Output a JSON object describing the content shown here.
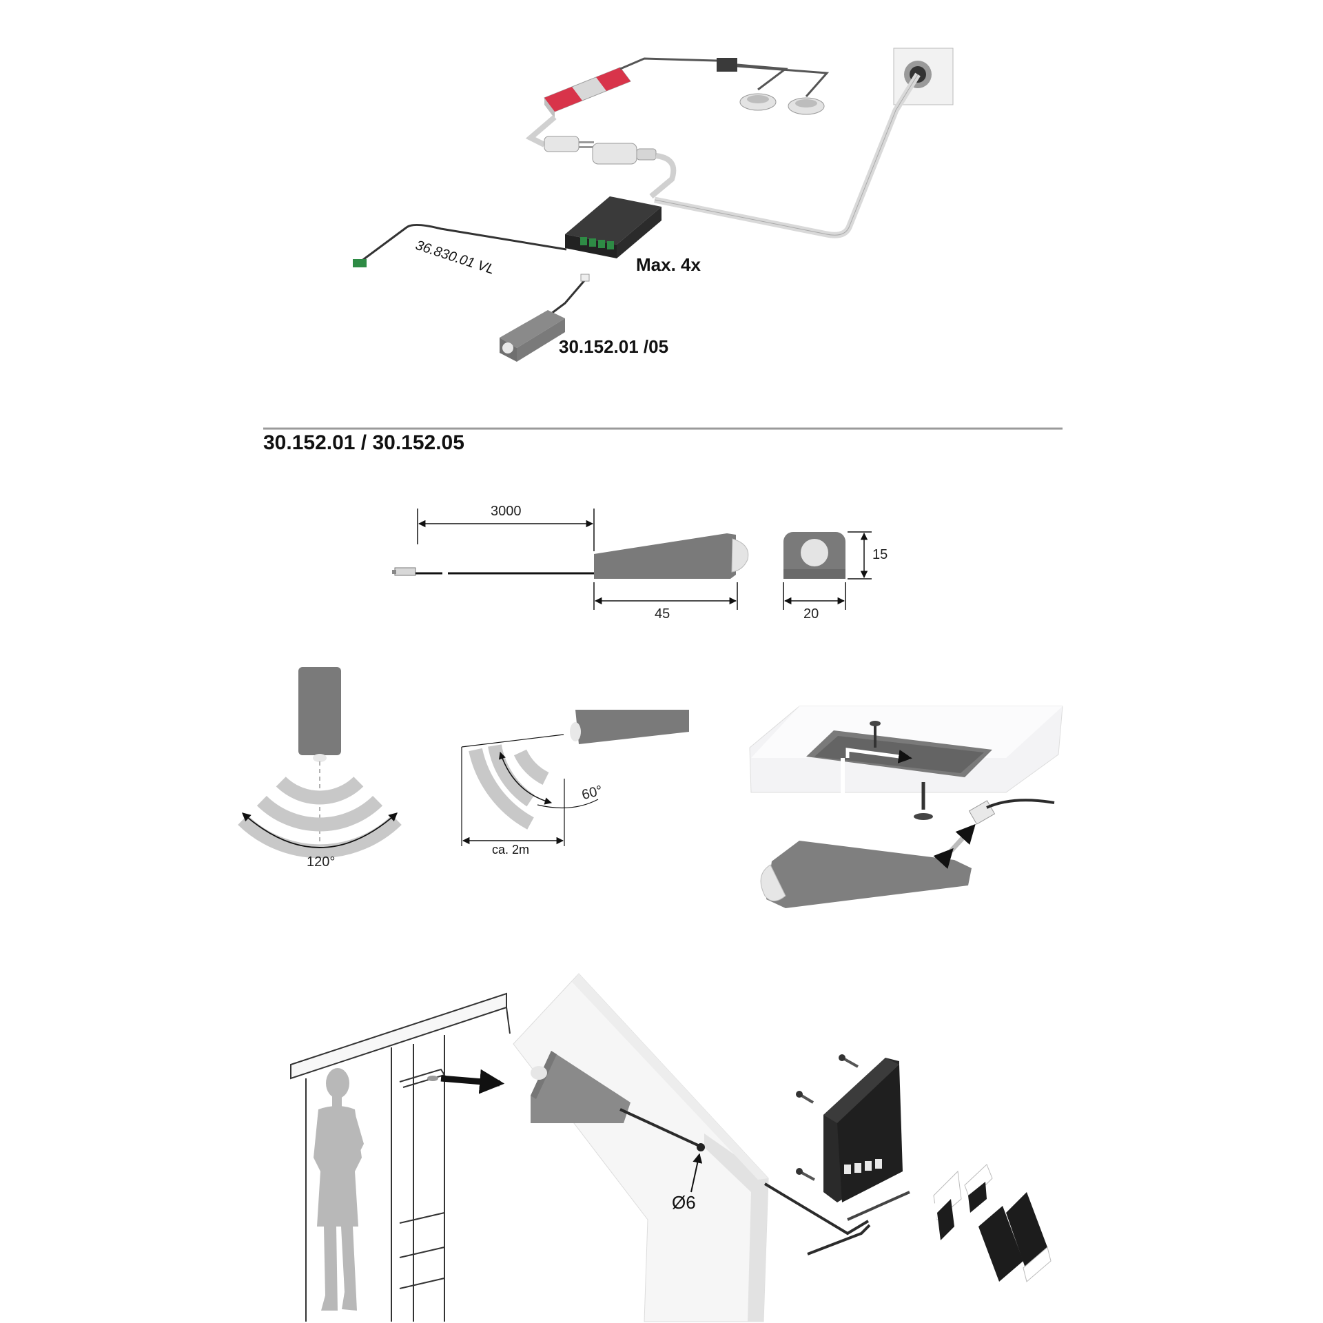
{
  "wiring": {
    "cable_code": "36.830.01 VL",
    "max_label": "Max. 4x",
    "sensor_code": "30.152.01 /05"
  },
  "section": {
    "title": "30.152.01 / 30.152.05"
  },
  "dimensions": {
    "cable_length": "3000",
    "body_length": "45",
    "height": "15",
    "width": "20"
  },
  "detection": {
    "angle_top": "120°",
    "angle_side": "60°",
    "range": "ca. 2m"
  },
  "installation": {
    "hole_diameter": "Ø6"
  },
  "colors": {
    "sensor_grey": "#7a7a7a",
    "driver_dark": "#2b2b2b",
    "accent_red": "#d8344a",
    "wave_grey": "#c8c8c8"
  }
}
